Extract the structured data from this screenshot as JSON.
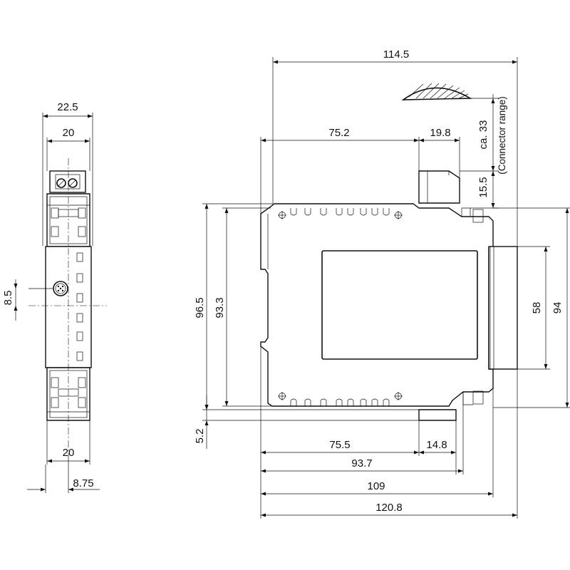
{
  "side_view": {
    "dim_width_outer": "22.5",
    "dim_width_inner_top": "20",
    "dim_width_inner_bottom": "20",
    "dim_offset": "8.75",
    "dim_connector_offset": "8.5"
  },
  "front_view": {
    "dim_total_depth": "114.5",
    "dim_body_upper": "75.2",
    "dim_connector_upper": "19.8",
    "dim_connector_range": "ca. 33",
    "connector_range_label": "(Connector range)",
    "dim_connector_height": "15.5",
    "dim_height_outer": "96.5",
    "dim_height_inner": "93.3",
    "dim_rail": "58",
    "dim_rail_outer": "94",
    "dim_bottom_offset": "5.2",
    "dim_body_lower": "75.5",
    "dim_connector_lower": "14.8",
    "dim_depth_937": "93.7",
    "dim_depth_109": "109",
    "dim_depth_1208": "120.8"
  }
}
